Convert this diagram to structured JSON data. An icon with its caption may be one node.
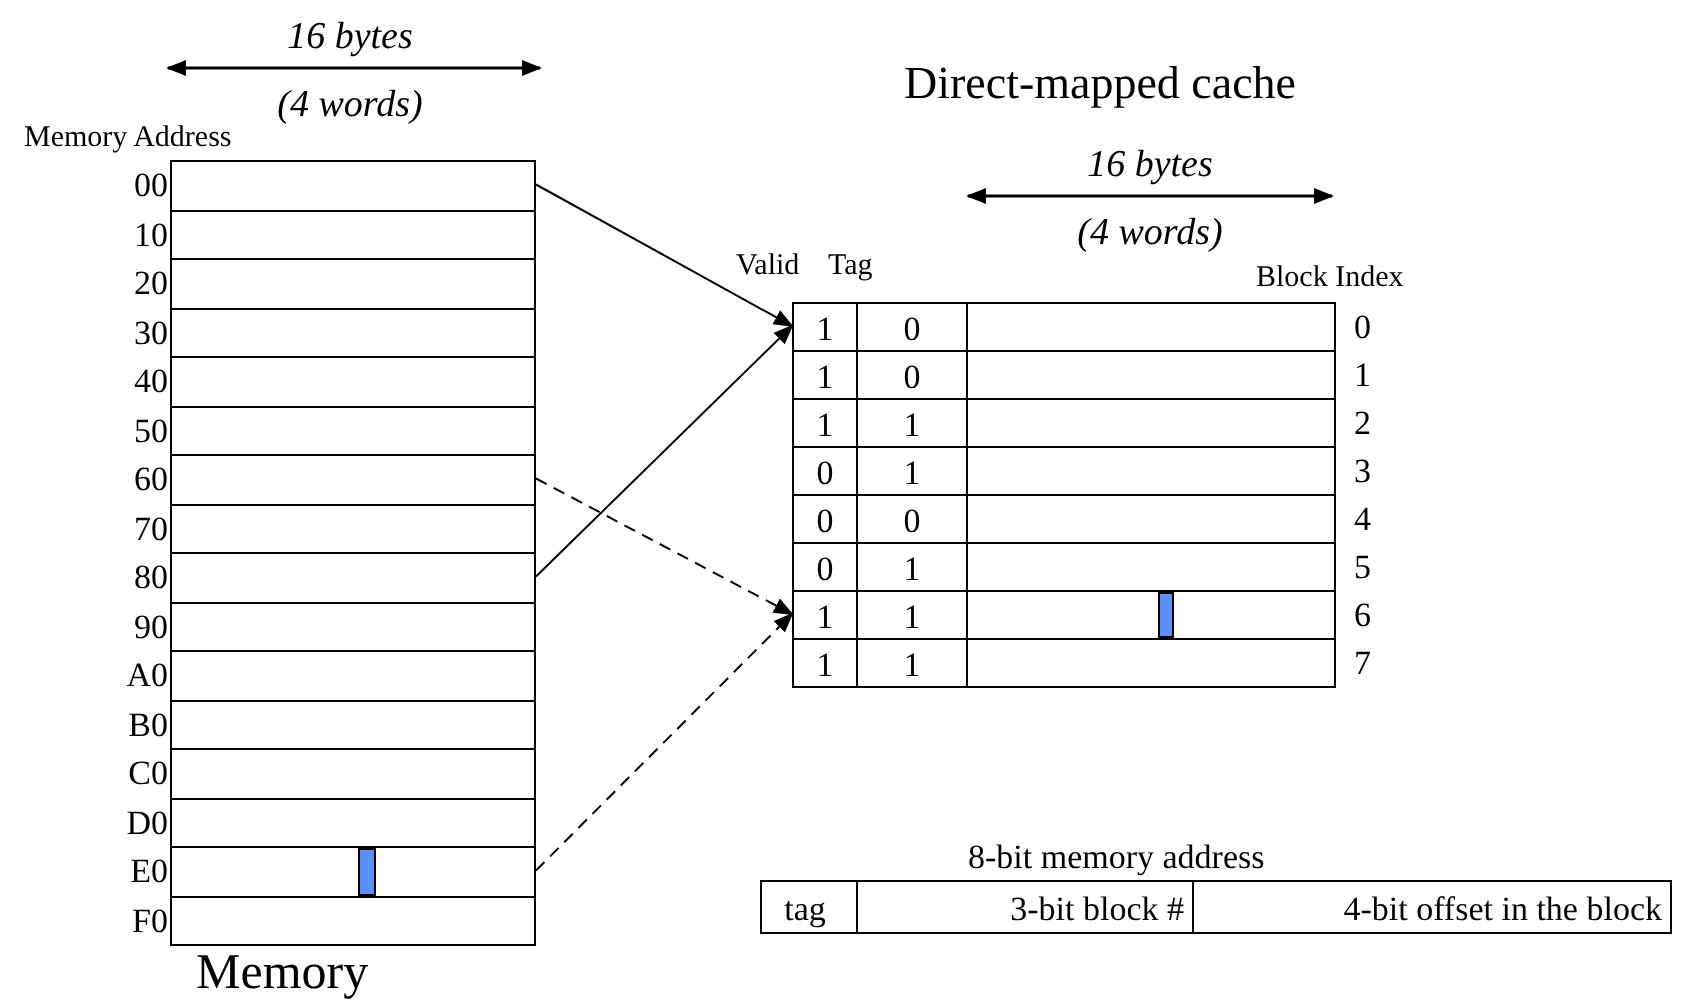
{
  "diagram": {
    "title": "Direct-mapped cache",
    "caption": "Memory",
    "nodes": [
      {
        "text": [],
        "shape": "box",
        "beside": [
          "00"
        ]
      },
      {
        "text": [],
        "shape": "box",
        "beside": [
          "10"
        ]
      },
      {
        "text": [],
        "shape": "box",
        "beside": [
          "20"
        ]
      },
      {
        "text": [],
        "shape": "box",
        "beside": [
          "30"
        ]
      },
      {
        "text": [],
        "shape": "box",
        "beside": [
          "40"
        ]
      },
      {
        "text": [],
        "shape": "box",
        "beside": [
          "50"
        ]
      },
      {
        "text": [],
        "shape": "box",
        "beside": [
          "60"
        ]
      },
      {
        "text": [],
        "shape": "box",
        "beside": [
          "70"
        ]
      },
      {
        "text": [],
        "shape": "box",
        "beside": [
          "80"
        ]
      },
      {
        "text": [],
        "shape": "box",
        "beside": [
          "90"
        ]
      },
      {
        "text": [],
        "shape": "box",
        "beside": [
          "A0"
        ]
      },
      {
        "text": [],
        "shape": "box",
        "beside": [
          "B0"
        ]
      },
      {
        "text": [],
        "shape": "box",
        "beside": [
          "C0"
        ]
      },
      {
        "text": [],
        "shape": "box",
        "beside": [
          "D0"
        ]
      },
      {
        "text": [],
        "shape": "box",
        "beside": [
          "E0"
        ]
      },
      {
        "text": [],
        "shape": "box",
        "beside": [
          "F0"
        ]
      },
      {
        "text": [],
        "shape": "box",
        "beside": [
          "0"
        ]
      },
      {
        "text": [],
        "shape": "box",
        "beside": [
          "1"
        ]
      },
      {
        "text": [],
        "shape": "box",
        "beside": [
          "2"
        ]
      },
      {
        "text": [],
        "shape": "box",
        "beside": [
          "3"
        ]
      },
      {
        "text": [],
        "shape": "box",
        "beside": [
          "4"
        ]
      },
      {
        "text": [],
        "shape": "box",
        "beside": [
          "5"
        ]
      },
      {
        "text": [],
        "shape": "box",
        "beside": [
          "6"
        ]
      },
      {
        "text": [],
        "shape": "box",
        "beside": [
          "7"
        ]
      },
      {
        "text": [
          "tag"
        ]
      },
      {
        "text": [
          "3-bit block #"
        ]
      },
      {
        "text": [
          "4-bit offset in the block"
        ]
      },
      {
        "text": [
          "1"
        ],
        "in": 16
      },
      {
        "text": [
          "0"
        ],
        "in": 16
      },
      {
        "text": [
          "1"
        ],
        "in": 17
      },
      {
        "text": [
          "0"
        ],
        "in": 17
      },
      {
        "text": [
          "1"
        ],
        "in": 18
      },
      {
        "text": [
          "1"
        ],
        "in": 18
      },
      {
        "text": [
          "0"
        ],
        "in": 19
      },
      {
        "text": [
          "1"
        ],
        "in": 19
      },
      {
        "text": [
          "0"
        ],
        "in": 20
      },
      {
        "text": [
          "0"
        ],
        "in": 20
      },
      {
        "text": [
          "0"
        ],
        "in": 21
      },
      {
        "text": [
          "1"
        ],
        "in": 21
      },
      {
        "text": [
          "1"
        ],
        "in": 22
      },
      {
        "text": [
          "1"
        ],
        "in": 22
      },
      {
        "text": [
          "1"
        ],
        "in": 23
      },
      {
        "text": [
          "1"
        ],
        "in": 23
      }
    ],
    "edges": [
      {
        "from": 0,
        "to": 16,
        "arrow": "to"
      },
      {
        "from": 8,
        "to": 16,
        "arrow": "to"
      },
      {
        "from": 6,
        "to": 22,
        "arrow": "to",
        "style": "dashed"
      },
      {
        "from": 14,
        "to": 22,
        "arrow": "to",
        "style": "dashed"
      }
    ],
    "labels": [
      "16 bytes (4 words)",
      "Memory Address",
      "16 bytes (4 words)",
      "Valid",
      "Tag",
      "Block Index",
      "8-bit memory address"
    ]
  }
}
